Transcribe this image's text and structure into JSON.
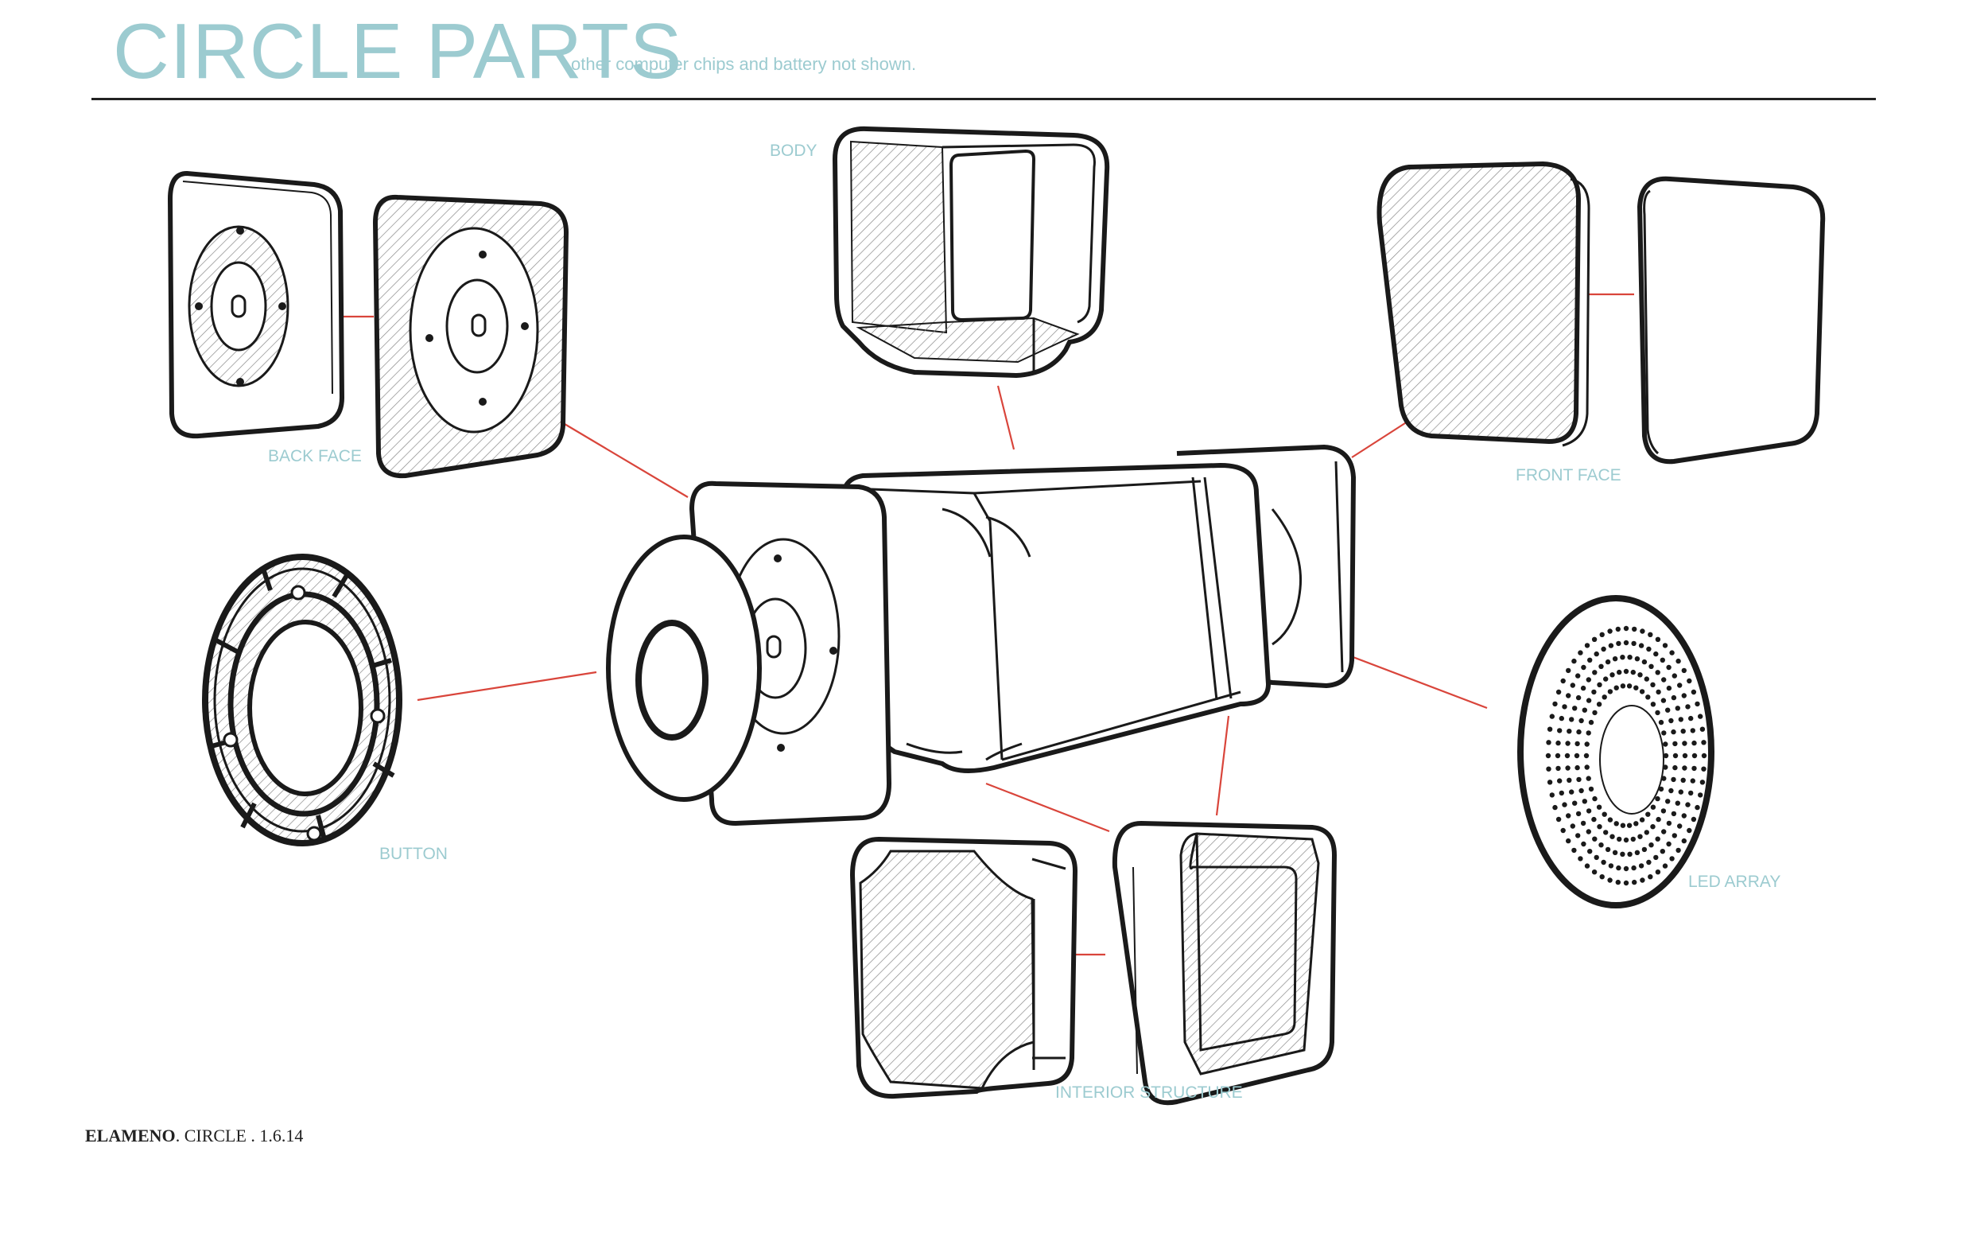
{
  "header": {
    "title": "CIRCLE PARTS",
    "subtitle": "other computer chips and battery not shown."
  },
  "labels": {
    "body": "BODY",
    "back_face": "BACK FACE",
    "front_face": "FRONT FACE",
    "button": "BUTTON",
    "led_array": "LED ARRAY",
    "interior_structure": "INTERIOR STRUCTURE"
  },
  "footer": {
    "brand": "ELAMENO",
    "rest": ". CIRCLE . 1.6.14"
  },
  "colors": {
    "title": "#9ccbd0",
    "leader_line": "#d9453b",
    "outline": "#1a1a1a"
  }
}
